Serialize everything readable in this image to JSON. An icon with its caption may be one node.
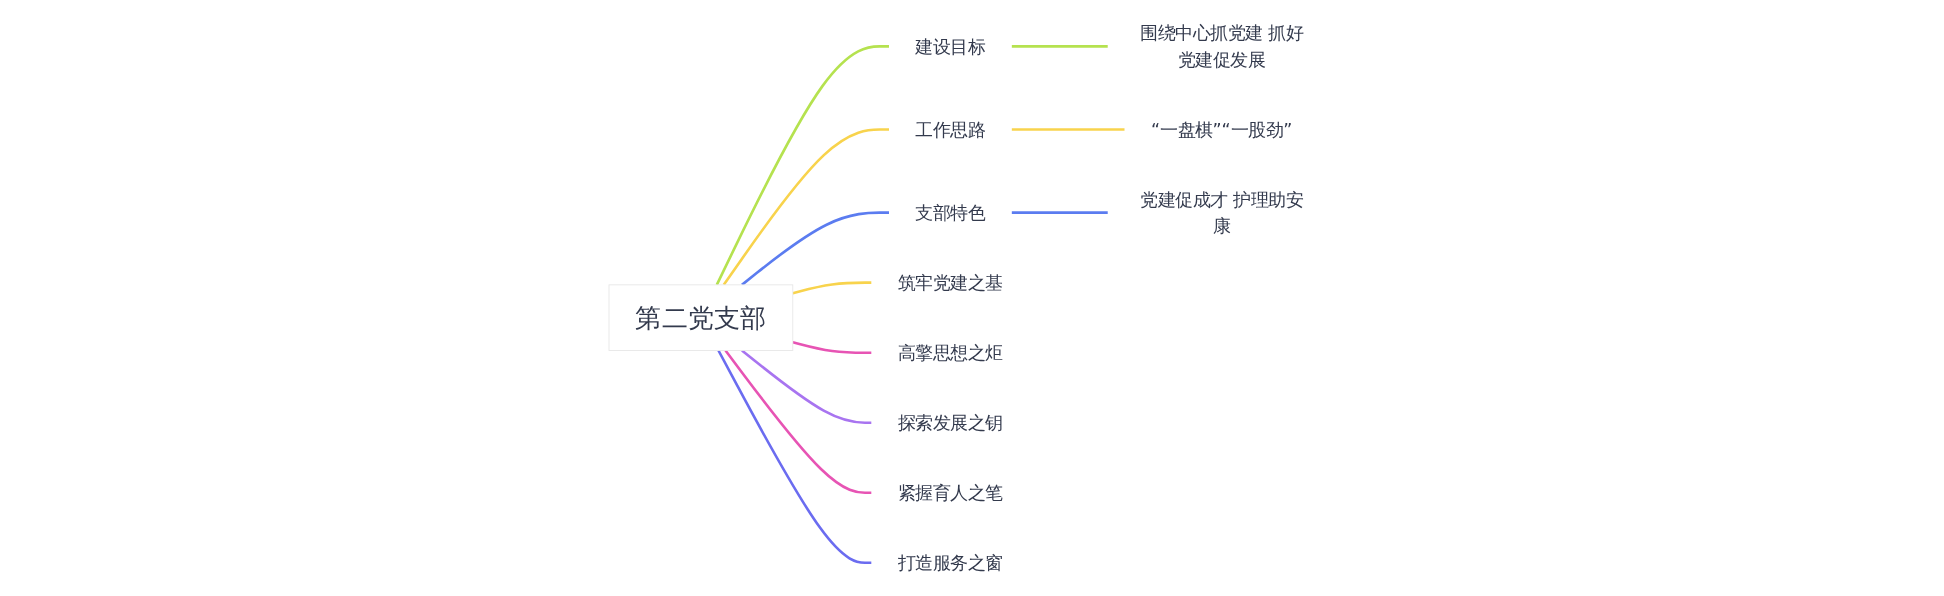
{
  "diagram": {
    "nodes": [
      {
        "text": [
          "第二党支部"
        ]
      },
      {
        "text": [
          "建设目标"
        ]
      },
      {
        "text": [
          "围绕中心抓党建 抓好党建促发展"
        ]
      },
      {
        "text": [
          "工作思路"
        ]
      },
      {
        "text": [
          "“一盘棋”“一股劲”"
        ]
      },
      {
        "text": [
          "支部特色"
        ]
      },
      {
        "text": [
          "党建促成才 护理助安康"
        ]
      },
      {
        "text": [
          "筑牢党建之基"
        ]
      },
      {
        "text": [
          "高擎思想之炬"
        ]
      },
      {
        "text": [
          "探索发展之钥"
        ]
      },
      {
        "text": [
          "紧握育人之笔"
        ]
      },
      {
        "text": [
          "打造服务之窗"
        ]
      }
    ],
    "edges": [
      {
        "from": 0,
        "to": 1,
        "arrow": "none",
        "color": "#b5e24f"
      },
      {
        "from": 1,
        "to": 2,
        "arrow": "none",
        "color": "#b5e24f"
      },
      {
        "from": 0,
        "to": 3,
        "arrow": "none",
        "color": "#f8d34c"
      },
      {
        "from": 3,
        "to": 4,
        "arrow": "none",
        "color": "#f8d34c"
      },
      {
        "from": 0,
        "to": 5,
        "arrow": "none",
        "color": "#5b7cf0"
      },
      {
        "from": 5,
        "to": 6,
        "arrow": "none",
        "color": "#5b7cf0"
      },
      {
        "from": 0,
        "to": 7,
        "arrow": "none",
        "color": "#f8d34c"
      },
      {
        "from": 0,
        "to": 8,
        "arrow": "none",
        "color": "#e754b4"
      },
      {
        "from": 0,
        "to": 9,
        "arrow": "none",
        "color": "#a874f0"
      },
      {
        "from": 0,
        "to": 10,
        "arrow": "none",
        "color": "#e754b4"
      },
      {
        "from": 0,
        "to": 11,
        "arrow": "none",
        "color": "#6b6cf0"
      }
    ]
  }
}
